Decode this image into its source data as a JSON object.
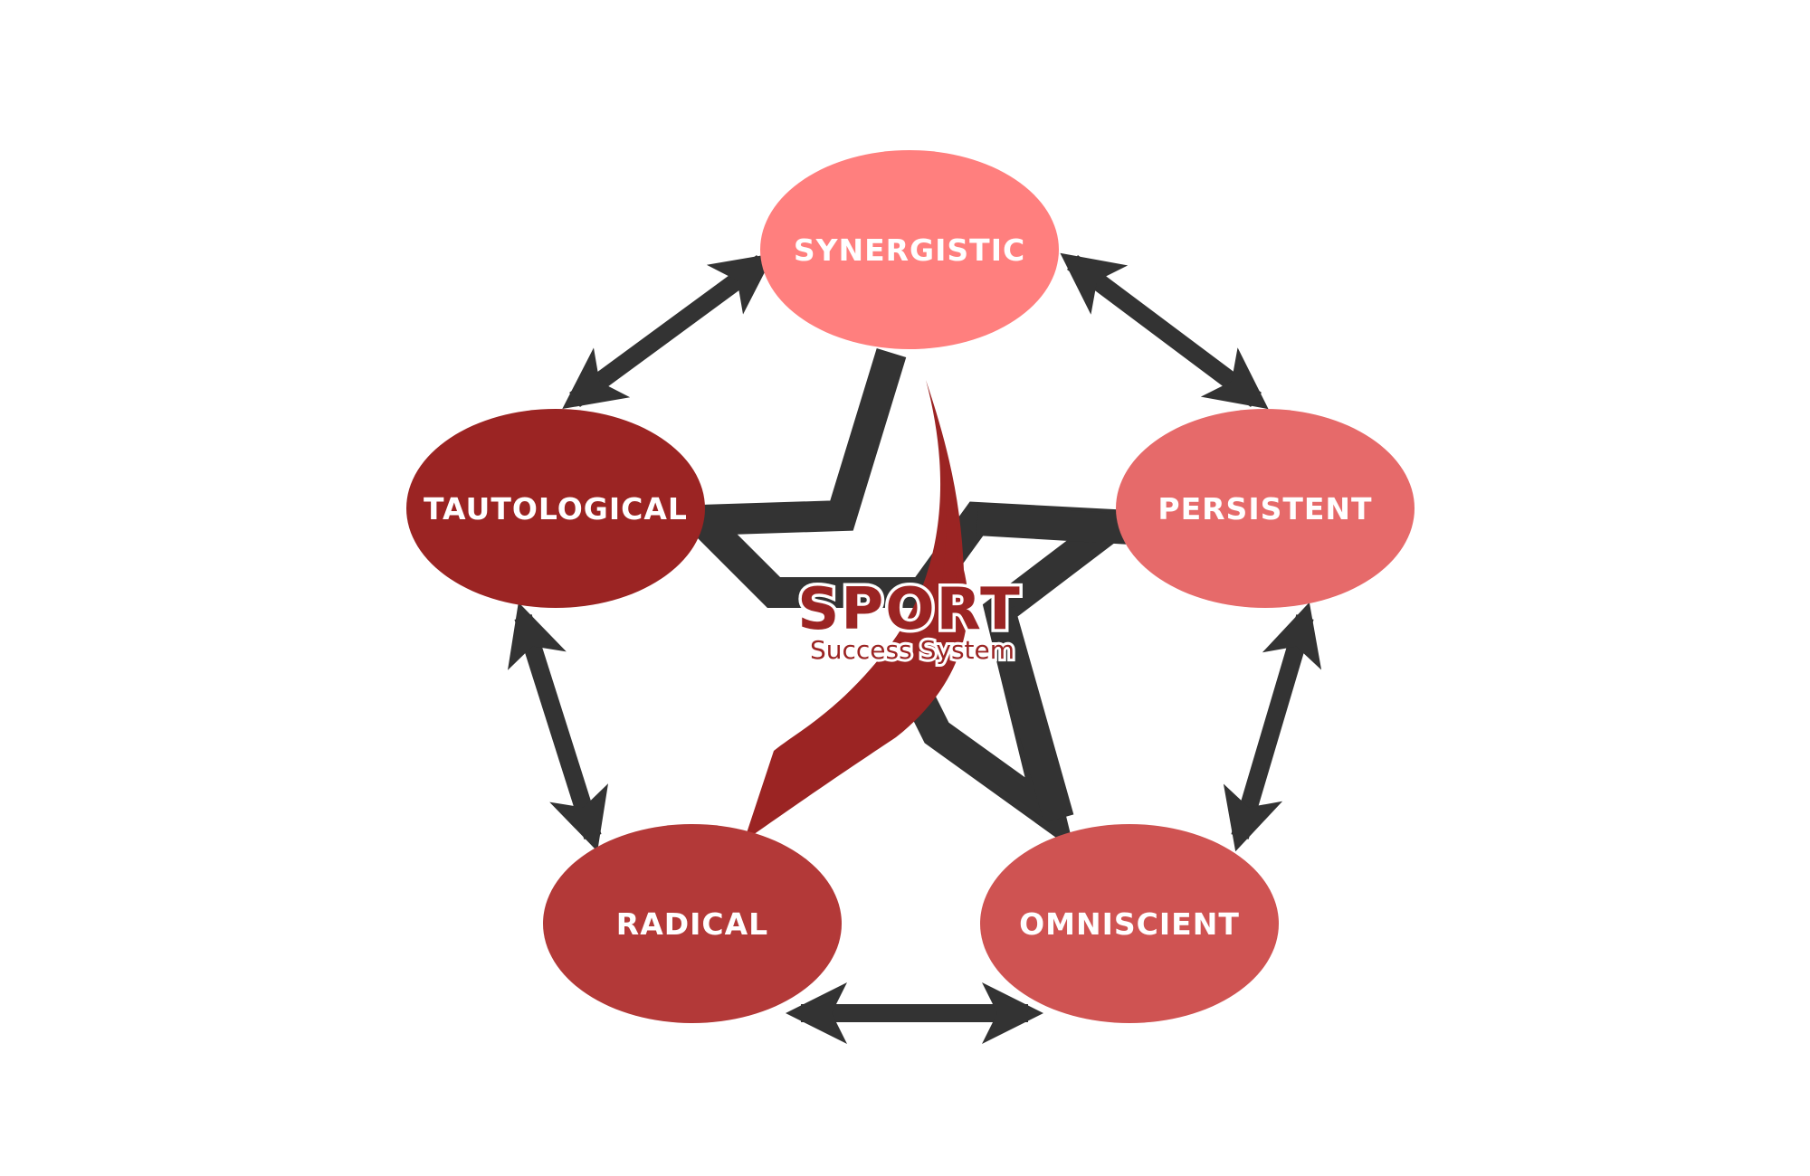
{
  "nodes": [
    {
      "id": "synergistic",
      "label": "SYNERGISTIC",
      "color": "#ff7f7e"
    },
    {
      "id": "persistent",
      "label": "PERSISTENT",
      "color": "#e66a6a"
    },
    {
      "id": "omniscient",
      "label": "OMNISCIENT",
      "color": "#cf5352"
    },
    {
      "id": "radical",
      "label": "RADICAL",
      "color": "#b33938"
    },
    {
      "id": "tautological",
      "label": "TAUTOLOGICAL",
      "color": "#9b2423"
    }
  ],
  "logo": {
    "title": "SPORT",
    "subtitle": "Success System",
    "color": "#9b2423"
  },
  "colors": {
    "arrow": "#333333",
    "star": "#333333",
    "swoosh": "#9b2423"
  }
}
